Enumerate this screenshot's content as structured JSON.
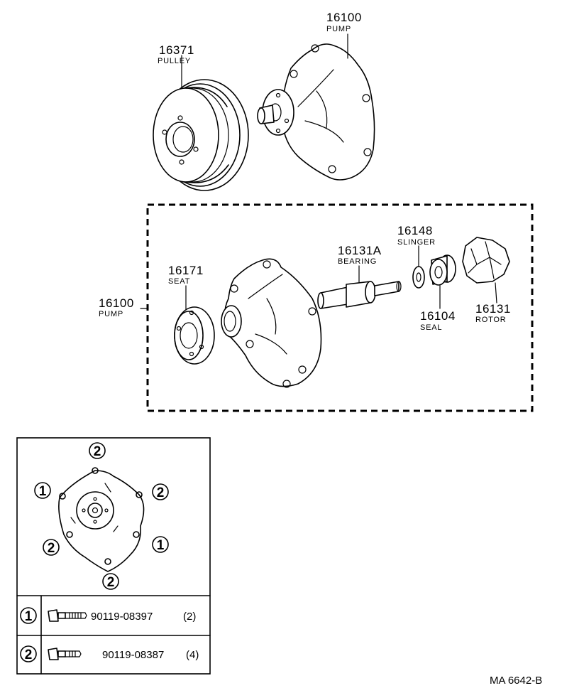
{
  "parts": {
    "pulley": {
      "number": "16371",
      "name": "PULLEY"
    },
    "pump_top": {
      "number": "16100",
      "name": "PUMP"
    },
    "pump_side": {
      "number": "16100",
      "name": "PUMP"
    },
    "seat": {
      "number": "16171",
      "name": "SEAT"
    },
    "bearing": {
      "number": "16131A",
      "name": "BEARING"
    },
    "slinger": {
      "number": "16148",
      "name": "SLINGER"
    },
    "seal": {
      "number": "16104",
      "name": "SEAL"
    },
    "rotor": {
      "number": "16131",
      "name": "ROTOR"
    }
  },
  "bolt_markers": {
    "top": "2",
    "left": "1",
    "right_upper": "2",
    "left_lower": "2",
    "right_lower": "1",
    "bottom": "2"
  },
  "legend": [
    {
      "marker": "1",
      "part_number": "90119-08397",
      "qty": "(2)"
    },
    {
      "marker": "2",
      "part_number": "90119-08387",
      "qty": "(4)"
    }
  ],
  "diagram_code": "MA 6642-B"
}
